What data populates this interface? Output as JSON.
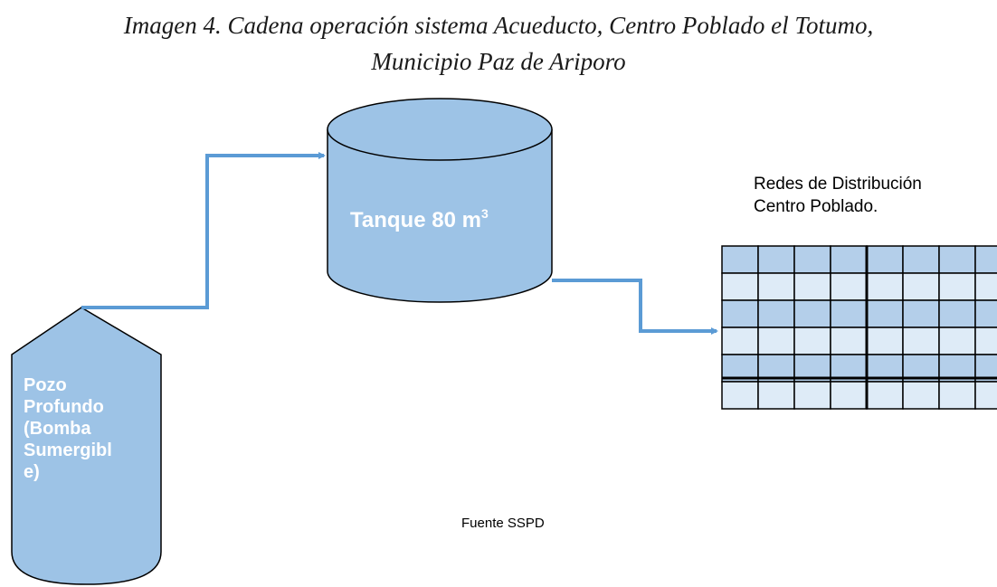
{
  "caption": {
    "line1": "Imagen 4. Cadena operación sistema Acueducto, Centro Poblado el Totumo,",
    "line2": "Municipio Paz de Ariporo"
  },
  "tank": {
    "label": "Tanque 80 m",
    "superscript": "3"
  },
  "well": {
    "lines": [
      "Pozo",
      "Profundo",
      "(Bomba",
      "Sumergibl",
      "e)"
    ]
  },
  "network": {
    "line1": "Redes de Distribución",
    "line2": "Centro Poblado."
  },
  "source": "Fuente SSPD",
  "colors": {
    "shape_fill": "#9dc3e6",
    "pipe": "#5b9bd5",
    "grid_light": "#deebf7",
    "grid_mid": "#b4cfea"
  }
}
